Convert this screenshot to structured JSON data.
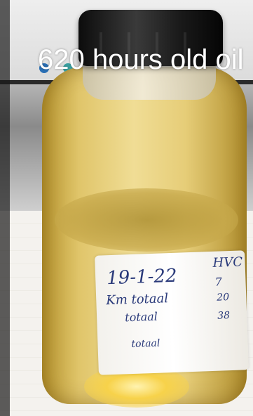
{
  "overlay": {
    "caption": "620 hours old oil"
  },
  "label": {
    "date": "19-1-22",
    "line_km": "Km totaal",
    "line_mark": "totaal",
    "line_bottom": "totaal",
    "right_top": "HVC",
    "right_1": "7",
    "right_2": "20",
    "right_3": "38"
  },
  "colors": {
    "oil": "#e0c56a",
    "cap": "#1a1a1a",
    "caption_text": "#ffffff"
  }
}
